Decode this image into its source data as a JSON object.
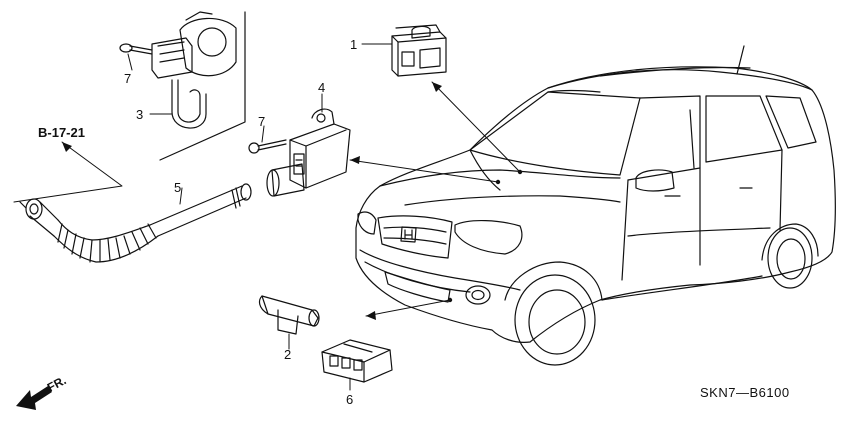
{
  "diagram": {
    "code": "SKN7—B6100",
    "ref_label": "B-17-21",
    "direction_label": "FR.",
    "callouts": {
      "c1": "1",
      "c2": "2",
      "c3": "3",
      "c4": "4",
      "c5": "5",
      "c6": "6",
      "c7a": "7",
      "c7b": "7"
    }
  }
}
